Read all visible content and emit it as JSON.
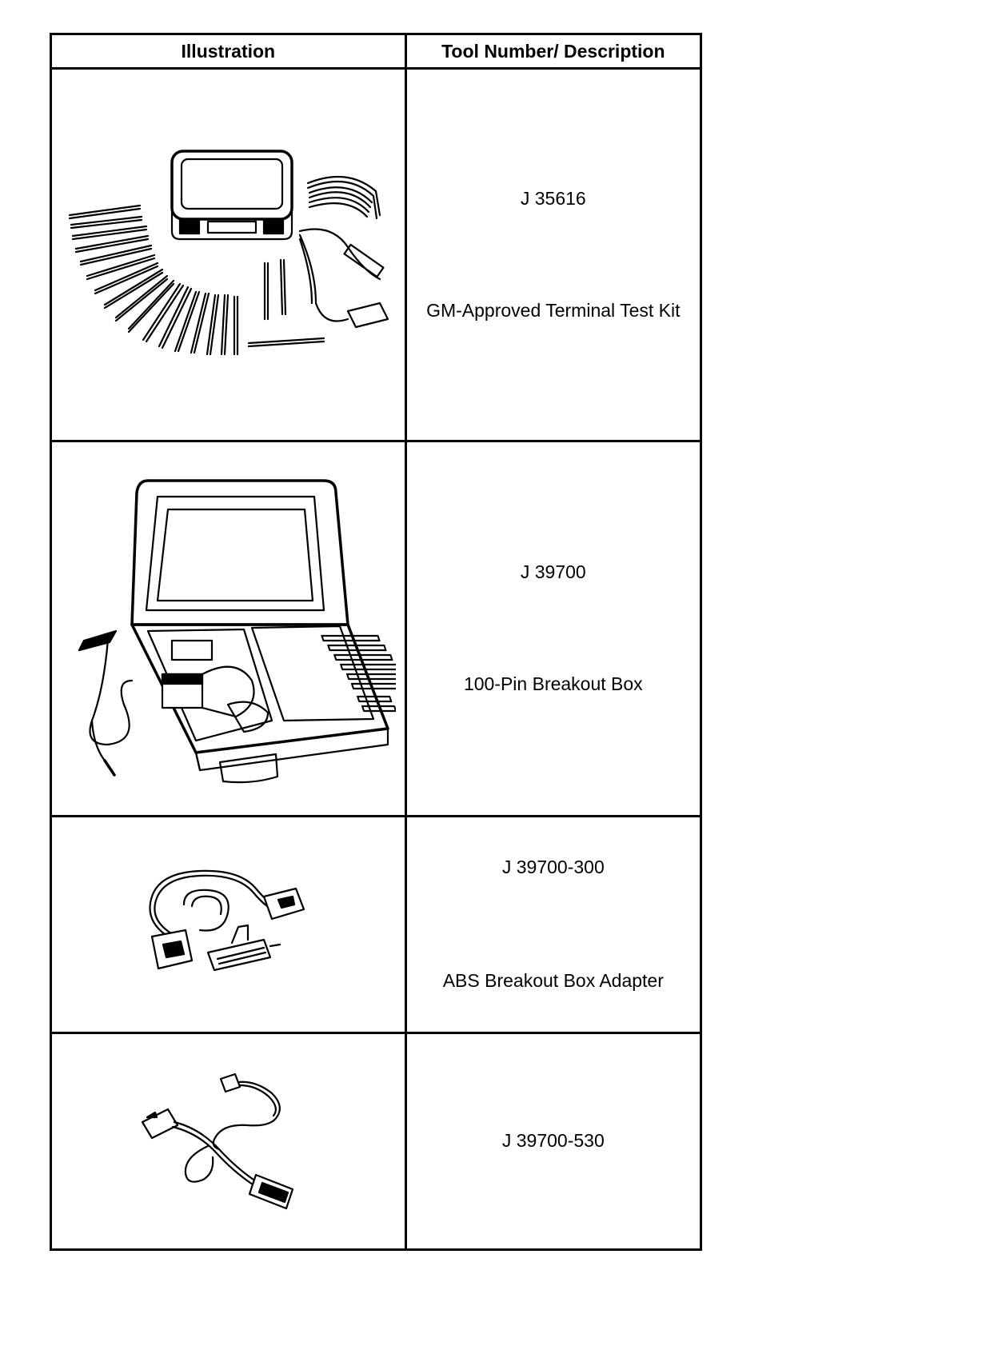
{
  "table": {
    "headers": {
      "illustration": "Illustration",
      "tool": "Tool Number/ Description"
    },
    "rows": [
      {
        "tool_number": "J 35616",
        "description": "GM-Approved Terminal Test Kit",
        "illustration_icon": "terminal-test-kit-icon"
      },
      {
        "tool_number": "J 39700",
        "description": "100-Pin Breakout Box",
        "illustration_icon": "breakout-box-case-icon"
      },
      {
        "tool_number": "J 39700-300",
        "description": "ABS Breakout Box Adapter",
        "illustration_icon": "abs-adapter-harness-icon"
      },
      {
        "tool_number": "J 39700-530",
        "description": "",
        "illustration_icon": "adapter-cable-icon"
      }
    ]
  }
}
